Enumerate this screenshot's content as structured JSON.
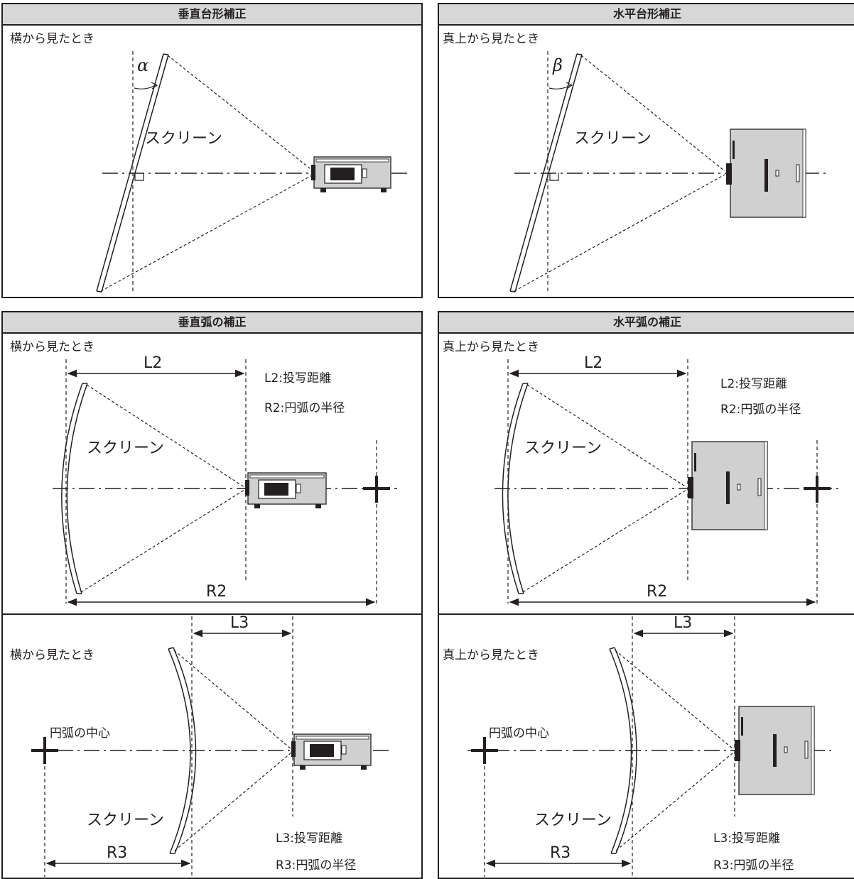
{
  "panels": {
    "vertical_keystone": {
      "title": "垂直台形補正",
      "view": "横から見たとき",
      "angle": "α",
      "screen": "スクリーン"
    },
    "horizontal_keystone": {
      "title": "水平台形補正",
      "view": "真上から見たとき",
      "angle": "β",
      "screen": "スクリーン"
    },
    "vertical_arc": {
      "title": "垂直弧の補正",
      "upper": {
        "view": "横から見たとき",
        "distance": "L2",
        "radius": "R2",
        "legend_distance": "L2:投写距離",
        "legend_radius": "R2:円弧の半径",
        "screen": "スクリーン"
      },
      "lower": {
        "view": "横から見たとき",
        "distance": "L3",
        "radius": "R3",
        "center": "円弧の中心",
        "screen": "スクリーン",
        "legend_distance": "L3:投写距離",
        "legend_radius": "R3:円弧の半径"
      }
    },
    "horizontal_arc": {
      "title": "水平弧の補正",
      "upper": {
        "view": "真上から見たとき",
        "distance": "L2",
        "radius": "R2",
        "legend_distance": "L2:投写距離",
        "legend_radius": "R2:円弧の半径",
        "screen": "スクリーン"
      },
      "lower": {
        "view": "真上から見たとき",
        "distance": "L3",
        "radius": "R3",
        "center": "円弧の中心",
        "screen": "スクリーン",
        "legend_distance": "L3:投写距離",
        "legend_radius": "R3:円弧の半径"
      }
    }
  }
}
